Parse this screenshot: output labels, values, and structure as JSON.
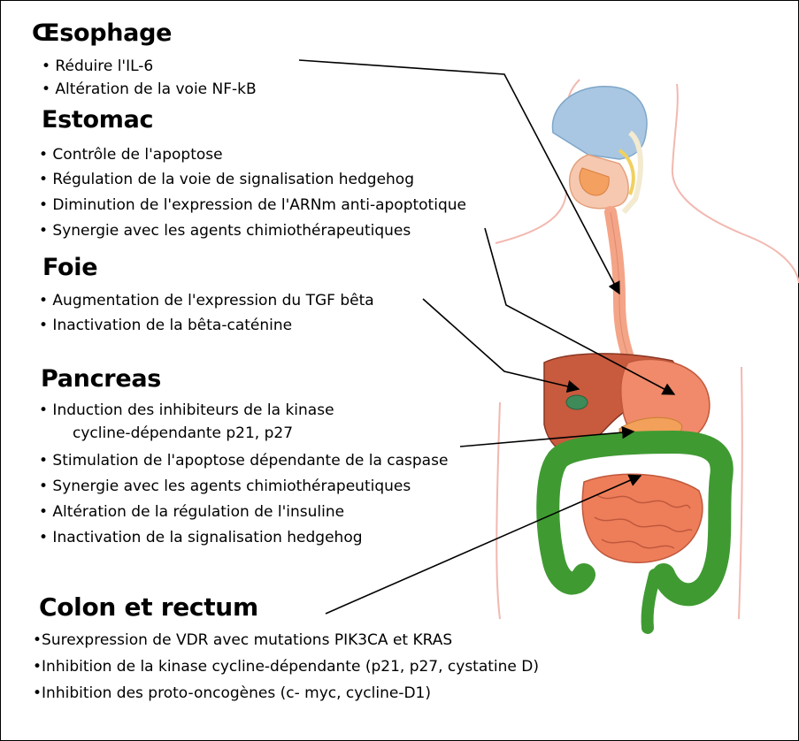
{
  "sections": {
    "oesophage": {
      "title": "Œsophage",
      "items": [
        "• Réduire l'IL-6",
        "• Altération de la voie NF-kB"
      ]
    },
    "estomac": {
      "title": "Estomac",
      "items": [
        "• Contrôle de l'apoptose",
        "• Régulation de la voie de signalisation hedgehog",
        "• Diminution de l'expression de l'ARNm anti-apoptotique",
        "• Synergie avec les agents chimiothérapeutiques"
      ]
    },
    "foie": {
      "title": "Foie",
      "items": [
        "• Augmentation de l'expression du TGF bêta",
        "• Inactivation de la bêta-caténine"
      ]
    },
    "pancreas": {
      "title": "Pancreas",
      "items": [
        "• Induction des inhibiteurs de la kinase",
        "cycline-dépendante p21, p27",
        "• Stimulation de l'apoptose dépendante de la caspase",
        "• Synergie avec les agents chimiothérapeutiques",
        "• Altération de la régulation de l'insuline",
        "• Inactivation de la signalisation hedgehog"
      ]
    },
    "colon": {
      "title": "Colon et rectum",
      "items": [
        "•Surexpression de VDR avec mutations PIK3CA et KRAS",
        "•Inhibition de la kinase cycline-dépendante (p21, p27, cystatine D)",
        "•Inhibition des proto-oncogènes (c- myc, cycline-D1)"
      ]
    }
  },
  "colors": {
    "body_outline": "#f2b8b0",
    "esophagus": "#f4a487",
    "liver": "#c85a3e",
    "stomach": "#f08a6a",
    "colon": "#3f9a32",
    "small_intestine": "#ee7e5a",
    "head_blue": "#a9c7e2",
    "arrow": "#000000"
  }
}
